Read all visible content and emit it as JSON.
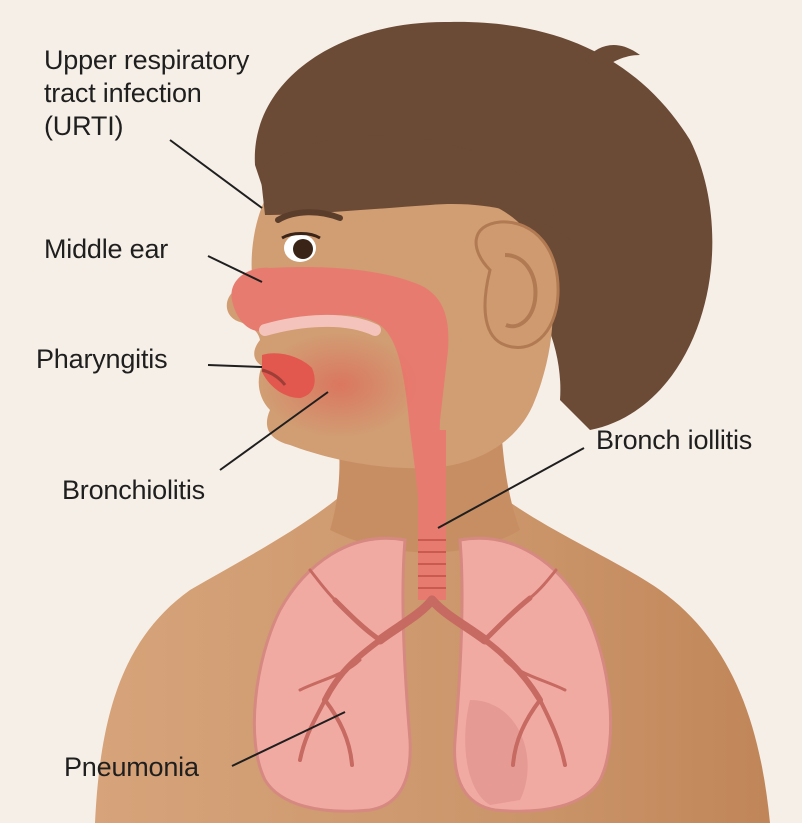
{
  "labels": {
    "urti": [
      "Upper respiratory",
      "tract infection",
      "(URTI)"
    ],
    "middle_ear": "Middle ear",
    "pharyngitis": "Pharyngitis",
    "bronchiolitis_left": "Bronchiolitis",
    "bronchiolitis_right": "Bronch iollitis",
    "pneumonia": "Pneumonia"
  },
  "colors": {
    "background": "#f6efe7",
    "skin": "#cf9a70",
    "skin_shadow": "#b98158",
    "hair": "#6b4a36",
    "airway": "#e77b6f",
    "airway_dark": "#c85a50",
    "lung": "#f1aaa2",
    "lung_lines": "#c66a62",
    "text": "#1f1f1f"
  }
}
